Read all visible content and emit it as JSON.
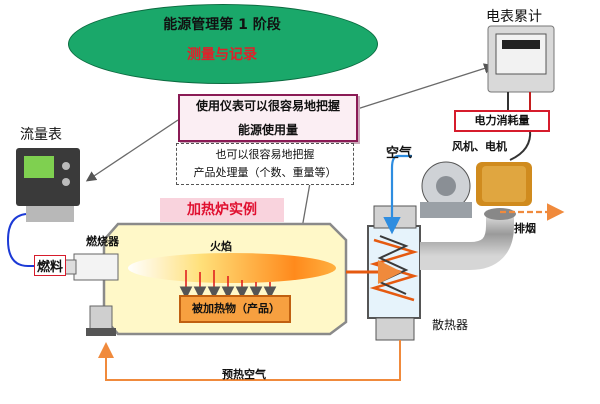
{
  "title": {
    "line1": "能源管理第 1 阶段",
    "line2": "测量与记录"
  },
  "note_main": {
    "line1": "使用仪表可以很容易地把握",
    "line2": "能源使用量"
  },
  "note_secondary": {
    "line1": "也可以很容易地把握",
    "line2": "产品处理量（个数、重量等）"
  },
  "heating_furnace_label": "加热炉实例",
  "labels": {
    "electric_meter": "电表累计",
    "flow_meter": "流量表",
    "power_consumption": "电力消耗量",
    "fan_motor": "风机、电机",
    "air": "空气",
    "exhaust": "排烟",
    "burner": "燃烧器",
    "flame": "火焰",
    "fuel": "燃料",
    "product": "被加热物（产品）",
    "radiator": "散热器",
    "preheated_air": "预热空气"
  },
  "colors": {
    "title_oval": "#1aa86a",
    "title_highlight": "#e0202a",
    "furnace_fill": "#fff8c8",
    "air_arrow": "#2e8de0",
    "preheat_arrow": "#f08a3c",
    "pointer_line": "#6a6a6a"
  },
  "icons": [
    "flow-meter-icon",
    "electric-meter-icon",
    "fan-motor-icon",
    "burner-flame-icon",
    "heat-exchanger-icon"
  ]
}
